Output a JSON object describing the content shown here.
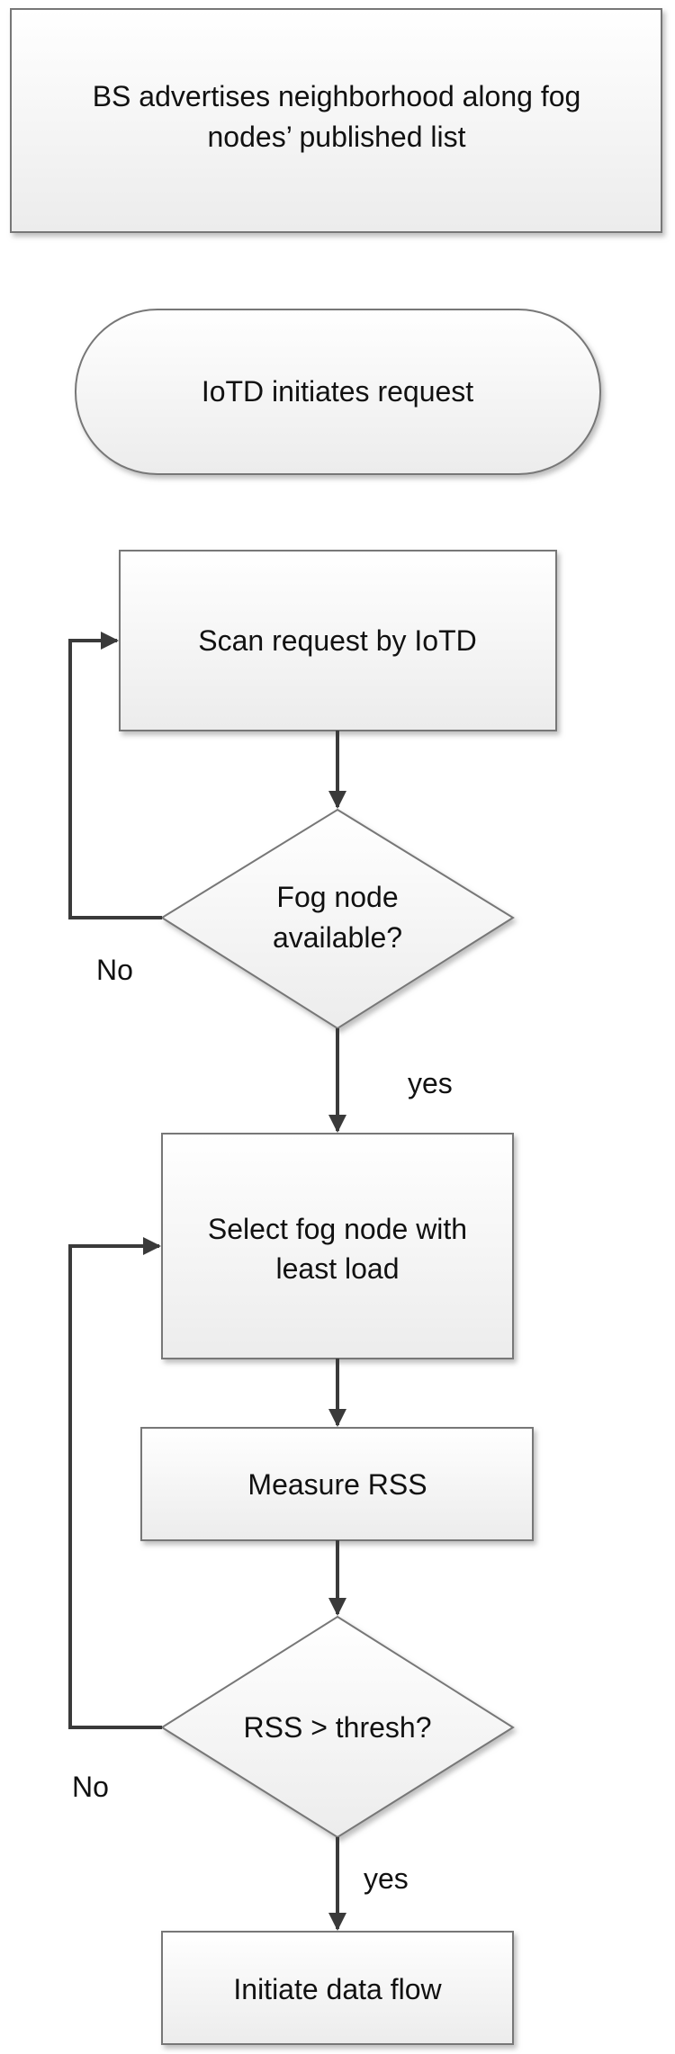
{
  "flowchart": {
    "nodes": {
      "advertise": {
        "line1": "BS advertises neighborhood along fog",
        "line2": "nodes’ published list"
      },
      "start": {
        "text": "IoTD initiates request"
      },
      "scan": {
        "text": "Scan request by IoTD"
      },
      "fog_available": {
        "line1": "Fog node",
        "line2": "available?"
      },
      "select": {
        "line1": "Select fog node with",
        "line2": "least load"
      },
      "measure": {
        "text": "Measure RSS"
      },
      "rss_check": {
        "text": "RSS > thresh?"
      },
      "initiate": {
        "text": "Initiate data flow"
      }
    },
    "edge_labels": {
      "no_1": "No",
      "yes_1": "yes",
      "no_2": "No",
      "yes_2": "yes"
    }
  }
}
